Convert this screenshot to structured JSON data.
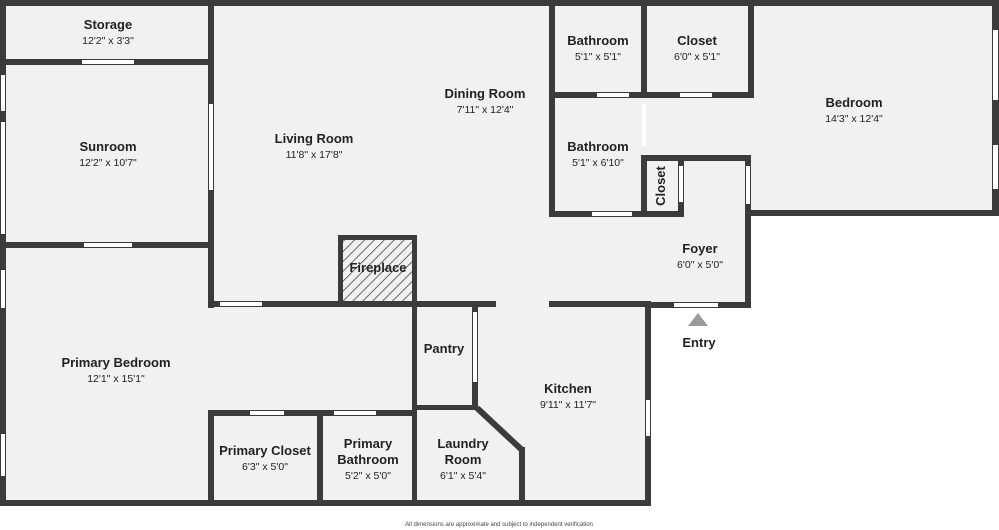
{
  "floor_plan": {
    "rooms": [
      {
        "key": "storage",
        "name": "Storage",
        "dims": "12'2\" x 3'3\""
      },
      {
        "key": "sunroom",
        "name": "Sunroom",
        "dims": "12'2\" x 10'7\""
      },
      {
        "key": "living-room",
        "name": "Living Room",
        "dims": "11'8\" x 17'8\""
      },
      {
        "key": "dining-room",
        "name": "Dining Room",
        "dims": "7'11\" x 12'4\""
      },
      {
        "key": "bathroom-1",
        "name": "Bathroom",
        "dims": "5'1\" x 5'1\""
      },
      {
        "key": "closet-1",
        "name": "Closet",
        "dims": "6'0\" x 5'1\""
      },
      {
        "key": "bedroom",
        "name": "Bedroom",
        "dims": "14'3\" x 12'4\""
      },
      {
        "key": "bathroom-2",
        "name": "Bathroom",
        "dims": "5'1\" x 6'10\""
      },
      {
        "key": "closet-2",
        "name": "Closet",
        "dims": ""
      },
      {
        "key": "foyer",
        "name": "Foyer",
        "dims": "6'0\" x 5'0\""
      },
      {
        "key": "fireplace",
        "name": "Fireplace",
        "dims": ""
      },
      {
        "key": "primary-bedroom",
        "name": "Primary Bedroom",
        "dims": "12'1\" x 15'1\""
      },
      {
        "key": "pantry",
        "name": "Pantry",
        "dims": ""
      },
      {
        "key": "kitchen",
        "name": "Kitchen",
        "dims": "9'11\" x 11'7\""
      },
      {
        "key": "primary-closet",
        "name": "Primary Closet",
        "dims": "6'3\" x 5'0\""
      },
      {
        "key": "primary-bathroom",
        "name": [
          "Primary",
          "Bathroom"
        ],
        "dims": "5'2\" x 5'0\""
      },
      {
        "key": "laundry-room",
        "name": [
          "Laundry",
          "Room"
        ],
        "dims": "6'1\" x 5'4\""
      }
    ],
    "entry_label": "Entry",
    "disclaimer": "All dimensions are approximate and subject to independent verification"
  },
  "colors": {
    "wall": "#3b3b3b",
    "floor": "#f1f1f1",
    "fireplace_hatch": "#444444",
    "entry_marker": "#9a9a9a"
  }
}
